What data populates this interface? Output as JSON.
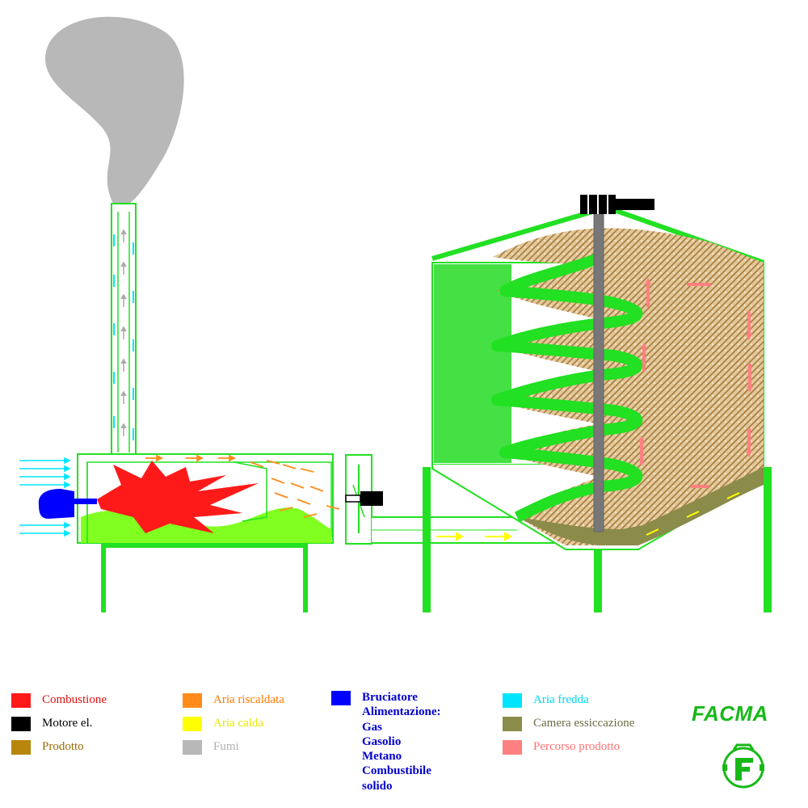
{
  "legend": {
    "items": [
      {
        "label": "Combustione",
        "color": "#ff1a1a",
        "text_color": "#e01010"
      },
      {
        "label": "Motore el.",
        "color": "#000000",
        "text_color": "#000000"
      },
      {
        "label": "Prodotto",
        "color": "#b8860b",
        "text_color": "#9a6a00"
      },
      {
        "label": "Aria riscaldata",
        "color": "#ff8c1a",
        "text_color": "#ff7a00"
      },
      {
        "label": "Aria calda",
        "color": "#ffff00",
        "text_color": "#e8e800"
      },
      {
        "label": "Fumi",
        "color": "#b8b8b8",
        "text_color": "#b0b0b0"
      },
      {
        "label": "Aria fredda",
        "color": "#00e5ff",
        "text_color": "#00d8f0"
      },
      {
        "label": "Camera essiccazione",
        "color": "#8b8b4a",
        "text_color": "#6b6b45"
      },
      {
        "label": "Percorso prodotto",
        "color": "#ff8080",
        "text_color": "#ff7070"
      }
    ],
    "burner": {
      "color": "#0000ff",
      "lines": [
        "Bruciatore",
        "Alimentazione:",
        "Gas",
        "Gasolio",
        "Metano",
        "Combustibile",
        "solido"
      ],
      "text_color": "#0000cc"
    }
  },
  "brand": {
    "name": "FACMA",
    "color": "#18b818"
  },
  "colors": {
    "machine_green": "#22e022",
    "light_green": "#80ff20",
    "cold_air": "#00e5ff",
    "smoke": "#b8b8b8",
    "flame": "#ff1a1a",
    "heated_air": "#ff8c1a",
    "warm_air": "#ffff00",
    "product": "#c8a46a",
    "chamber": "#8b8b4a",
    "product_path": "#ff8080",
    "motor": "#000000",
    "burner": "#0000ff"
  }
}
